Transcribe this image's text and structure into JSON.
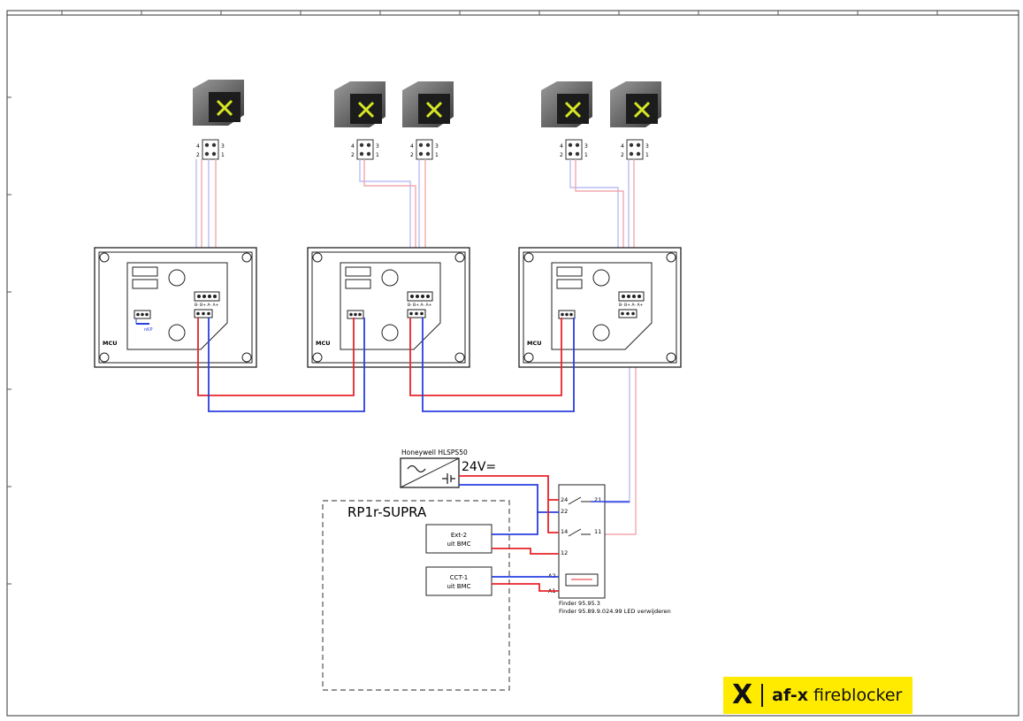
{
  "power_supply": {
    "label": "Honeywell HLSPS50",
    "voltage": "24V="
  },
  "panel": {
    "label": "RP1r-SUPRA"
  },
  "modules": {
    "ext": {
      "line1": "Ext-2",
      "line2": "uit BMC"
    },
    "cct": {
      "line1": "CCT-1",
      "line2": "uit BMC"
    }
  },
  "mcu_label": "MCU",
  "mcu_jumper": "nKP",
  "terminal_label": "B- B+ A- A+",
  "relay": {
    "pins": [
      "24",
      "22",
      "14",
      "12",
      "21",
      "11",
      "A2",
      "A1"
    ],
    "note1": "Finder 95.95.3",
    "note2": "Finder 95.89.9.024.99 LED verwijderen"
  },
  "connector_pins": [
    "4",
    "3",
    "2",
    "1"
  ],
  "logo": {
    "mark": "X",
    "brand": "af-x",
    "sub": "fireblocker"
  },
  "colors": {
    "red": "#e8242b",
    "blue": "#2a3fe0",
    "pink": "#f2a9ad",
    "lightblue": "#b9bdf5",
    "yellow": "#ffeb00",
    "led": "#d6e626"
  }
}
